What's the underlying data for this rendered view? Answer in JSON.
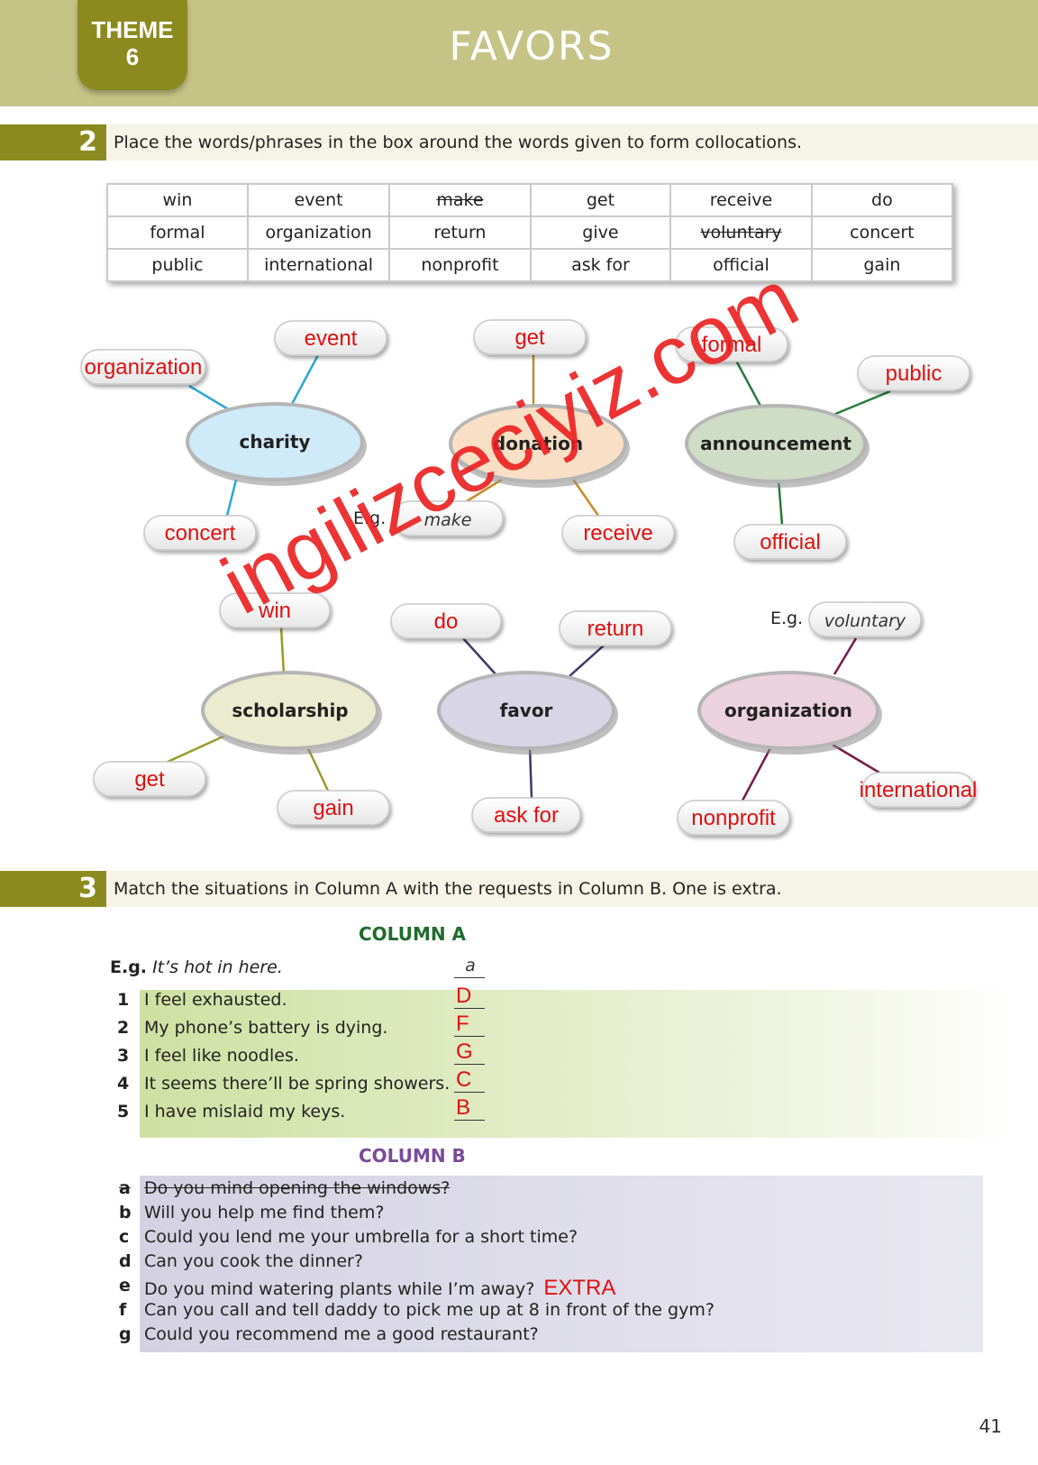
{
  "header": {
    "theme_label": "THEME",
    "theme_number": "6",
    "title": "FAVORS"
  },
  "section2": {
    "number": "2",
    "instruction": "Place the words/phrases in the box around the words given to form collocations.",
    "word_box": [
      [
        {
          "text": "win"
        },
        {
          "text": "event"
        },
        {
          "text": "make",
          "struck": true
        },
        {
          "text": "get"
        },
        {
          "text": "receive"
        },
        {
          "text": "do"
        }
      ],
      [
        {
          "text": "formal"
        },
        {
          "text": "organization"
        },
        {
          "text": "return"
        },
        {
          "text": "give"
        },
        {
          "text": "voluntary",
          "struck": true
        },
        {
          "text": "concert"
        }
      ],
      [
        {
          "text": "public"
        },
        {
          "text": "international"
        },
        {
          "text": "nonprofit"
        },
        {
          "text": "ask for"
        },
        {
          "text": "official"
        },
        {
          "text": "gain"
        }
      ]
    ],
    "maps": {
      "charity": {
        "label": "charity",
        "fill": "#cfeaf8",
        "line": "#2aa7d6",
        "answers": [
          "organization",
          "event",
          "concert"
        ]
      },
      "donation": {
        "label": "donation",
        "fill": "#f8dfc6",
        "line": "#c98a2a",
        "example": "make",
        "answers": [
          "get",
          "receive"
        ]
      },
      "announcement": {
        "label": "announcement",
        "fill": "#cfdcc6",
        "line": "#2a7a3a",
        "answers": [
          "formal",
          "public",
          "official"
        ]
      },
      "scholarship": {
        "label": "scholarship",
        "fill": "#ebebcf",
        "line": "#9a9a2a",
        "answers": [
          "win",
          "get",
          "gain"
        ]
      },
      "favor": {
        "label": "favor",
        "fill": "#d8d6e6",
        "line": "#3a3a6a",
        "answers": [
          "do",
          "return",
          "ask for"
        ]
      },
      "organization": {
        "label": "organization",
        "fill": "#ecd2dc",
        "line": "#7a1a4a",
        "example": "voluntary",
        "answers": [
          "international",
          "nonprofit"
        ]
      }
    },
    "eg_label": "E.g."
  },
  "section3": {
    "number": "3",
    "instruction": "Match the situations in Column A with the requests in Column B. One is extra.",
    "column_a_title": "COLUMN A",
    "column_b_title": "COLUMN B",
    "example": {
      "label": "E.g.",
      "text": "It’s hot in here.",
      "answer": "a"
    },
    "column_a": [
      {
        "num": "1",
        "text": "I feel exhausted.",
        "answer": "D"
      },
      {
        "num": "2",
        "text": "My phone’s battery is dying.",
        "answer": "F"
      },
      {
        "num": "3",
        "text": "I feel like noodles.",
        "answer": "G"
      },
      {
        "num": "4",
        "text": "It seems there’ll be spring showers.",
        "answer": "C"
      },
      {
        "num": "5",
        "text": "I have mislaid my keys.",
        "answer": "B"
      }
    ],
    "column_b": [
      {
        "letter": "a",
        "text": "Do you mind opening the windows?",
        "struck": true
      },
      {
        "letter": "b",
        "text": "Will you help me find them?"
      },
      {
        "letter": "c",
        "text": "Could you lend me your umbrella for a short time?"
      },
      {
        "letter": "d",
        "text": "Can you cook the dinner?"
      },
      {
        "letter": "e",
        "text": "Do you mind watering plants while I’m away?",
        "note": "EXTRA"
      },
      {
        "letter": "f",
        "text": "Can you call and tell daddy to pick me up at 8 in front of the gym?"
      },
      {
        "letter": "g",
        "text": "Could you recommend me a good restaurant?"
      }
    ]
  },
  "watermark": "ingilizceciyiz.com",
  "page_number": "41",
  "colors": {
    "olive": "#8c8a1f",
    "header": "#c6c386",
    "answer_red": "#e01010",
    "column_a": "#1f6b2e",
    "column_b": "#7a4a9a"
  }
}
